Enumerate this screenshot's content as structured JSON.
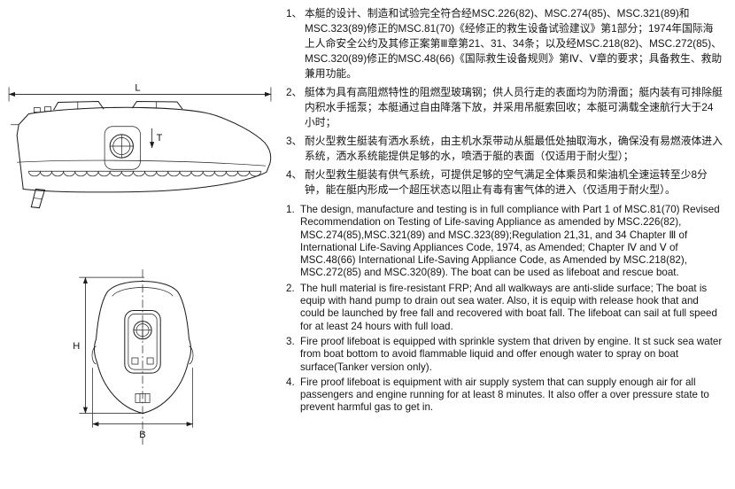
{
  "drawings": {
    "side_view": {
      "dim_length_label": "L",
      "dim_draft_label": "T"
    },
    "front_view": {
      "dim_height_label": "H",
      "dim_breadth_label": "B"
    }
  },
  "spec_cn": {
    "items": [
      {
        "marker": "1、",
        "text": "本艇的设计、制造和试验完全符合经MSC.226(82)、MSC.274(85)、MSC.321(89)和MSC.323(89)修正的MSC.81(70)《经修正的救生设备试验建议》第1部分；1974年国际海上人命安全公约及其修正案第Ⅲ章第21、31、34条；以及经MSC.218(82)、MSC.272(85)、MSC.320(89)修正的MSC.48(66)《国际救生设备规则》第Ⅳ、Ⅴ章的要求；具备救生、救助兼用功能。"
      },
      {
        "marker": "2、",
        "text": "艇体为具有高阻燃特性的阻燃型玻璃钢；供人员行走的表面均为防滑面；艇内装有可排除艇内积水手摇泵；本艇通过自由降落下放，并采用吊艇索回收；本艇可满载全速航行大于24小时；"
      },
      {
        "marker": "3、",
        "text": "耐火型救生艇装有洒水系统，由主机水泵带动从艇最低处抽取海水，确保没有易燃液体进入系统，洒水系统能提供足够的水，喷洒于艇的表面（仅适用于耐火型）；"
      },
      {
        "marker": "4、",
        "text": "耐火型救生艇装有供气系统，可提供足够的空气满足全体乘员和柴油机全速运转至少8分钟，能在艇内形成一个超压状态以阻止有毒有害气体的进入（仅适用于耐火型）。"
      }
    ]
  },
  "spec_en": {
    "items": [
      {
        "marker": "1.",
        "text": "The design, manufacture and testing is in full compliance with Part 1 of MSC.81(70) Revised Recommendation on Testing of Life-saving Appliance as amended by MSC.226(82), MSC.274(85),MSC.321(89) and MSC.323(89);Regulation 21,31, and 34 Chapter Ⅲ of International Life-Saving Appliances Code, 1974, as Amended; Chapter Ⅳ and Ⅴ of MSC.48(66) International Life-Saving Appliance Code, as Amended by MSC.218(82), MSC.272(85) and MSC.320(89). The boat can be used as lifeboat and rescue boat."
      },
      {
        "marker": "2.",
        "text": "The hull material is fire-resistant FRP; And all walkways are anti-slide surface; The boat is equip with hand pump to drain out sea water. Also, it is equip with release hook that and could be launched by free fall and recovered with boat fall. The lifeboat can sail at full speed for at least 24 hours with full load."
      },
      {
        "marker": "3.",
        "text": "Fire proof lifeboat is equipped with sprinkle system that driven by engine. It st suck sea water from boat bottom to avoid flammable liquid and offer enough water to spray on boat surface(Tanker version only)."
      },
      {
        "marker": "4.",
        "text": "Fire proof lifeboat is equipment with air supply system that can supply enough air for all passengers and engine running for at least 8 minutes. It also offer a over pressure state to prevent harmful gas to get in."
      }
    ]
  }
}
